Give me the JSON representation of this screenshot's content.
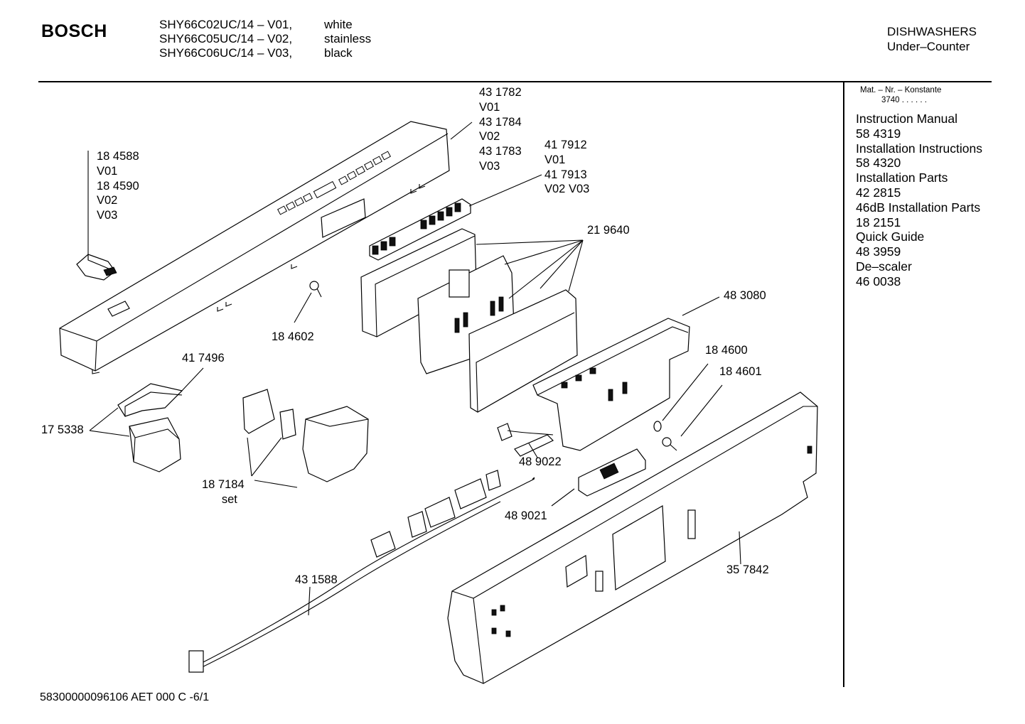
{
  "header": {
    "brand": "BOSCH",
    "models": [
      {
        "model": "SHY66C02UC/14 – V01,",
        "color": "white"
      },
      {
        "model": "SHY66C05UC/14 – V02,",
        "color": "stainless"
      },
      {
        "model": "SHY66C06UC/14 – V03,",
        "color": "black"
      }
    ],
    "category": "DISHWASHERS",
    "subcategory": "Under–Counter"
  },
  "sidebar": {
    "mat_line": "Mat. – Nr. – Konstante",
    "mat_value": "3740 . .   . . . .",
    "documents": [
      {
        "title": "Instruction Manual",
        "number": "58 4319"
      },
      {
        "title": "Installation Instructions",
        "number": "58 4320"
      },
      {
        "title": "Installation Parts",
        "number": "42 2815"
      },
      {
        "title": "46dB Installation Parts",
        "number": "18 2151"
      },
      {
        "title": "Quick Guide",
        "number": "48 3959"
      },
      {
        "title": "De–scaler",
        "number": "46 0038"
      }
    ]
  },
  "labels": {
    "panel": [
      "43 1782",
      "V01",
      "43 1784",
      "V02",
      "43 1783",
      "V03"
    ],
    "clip": [
      "18 4588",
      "V01",
      "18 4590",
      "V02",
      "V03"
    ],
    "keypad": [
      "41 7912",
      "V01",
      "41 7913",
      "V02 V03"
    ],
    "frame": "21 9640",
    "screw_a": "18 4602",
    "bracket": "41 7496",
    "relay": "17 5338",
    "housing": "48 3080",
    "ring": "18 4600",
    "screw_b": "18 4601",
    "set": [
      "18 7184",
      "set"
    ],
    "harness_a": "48 9022",
    "module": "48 9021",
    "cable": "43 1588",
    "base": "35 7842"
  },
  "footer": "58300000096106 AET 000 C -6/1"
}
